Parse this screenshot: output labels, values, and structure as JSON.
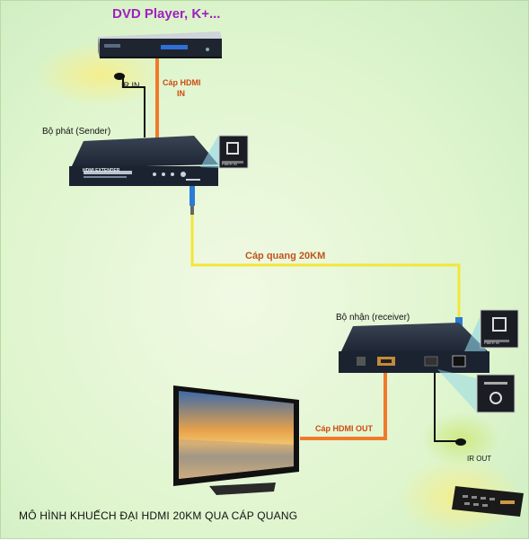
{
  "diagram": {
    "title": "DVD Player, K+...",
    "labels": {
      "ir_in": "IR IN",
      "hdmi_in_line1": "Cáp HDMI",
      "hdmi_in_line2": "IN",
      "sender": "Bộ phát (Sender)",
      "fiber": "Cáp quang 20KM",
      "receiver": "Bộ nhận (receiver)",
      "hdmi_out": "Cáp HDMI OUT",
      "ir_out": "IR OUT"
    },
    "device_text": {
      "sender_brand": "HDMI EXTENDER",
      "sender_port": "FIBER IN",
      "receiver_port": "FIBER IN",
      "receiver_ir": "INPUT"
    },
    "footer": "MÔ HÌNH KHUẾCH ĐẠI HDMI 20KM QUA CÁP QUANG"
  },
  "colors": {
    "hdmi_cable": "#f07a2a",
    "fiber_cable": "#f2e63a",
    "title": "#a020c0",
    "device": "#1f2a3a",
    "highlight_yellow": "#f6ee8a"
  },
  "icons": [
    "dvd-player-icon",
    "sender-box-icon",
    "receiver-box-icon",
    "tv-icon",
    "remote-control-icon",
    "fiber-connector-icon"
  ]
}
